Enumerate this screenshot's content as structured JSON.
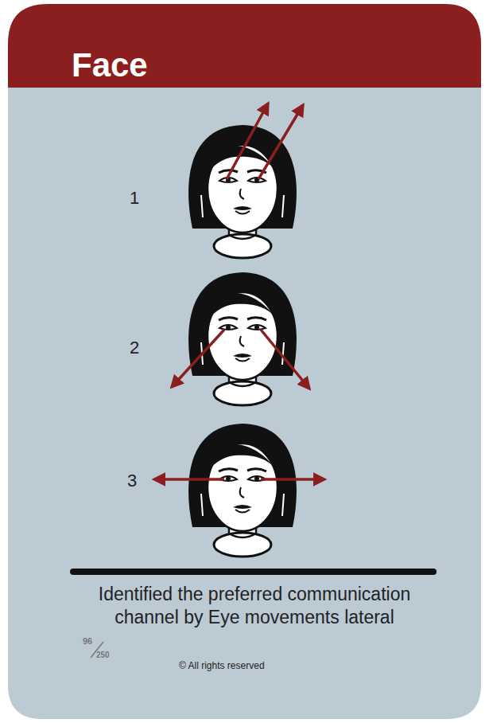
{
  "diagram": {
    "title": "Face",
    "caption": "Identified the preferred communication channel by Eye movements lateral",
    "labels": [
      "1",
      "2",
      "3",
      "96",
      "250",
      "© All rights reserved"
    ]
  }
}
